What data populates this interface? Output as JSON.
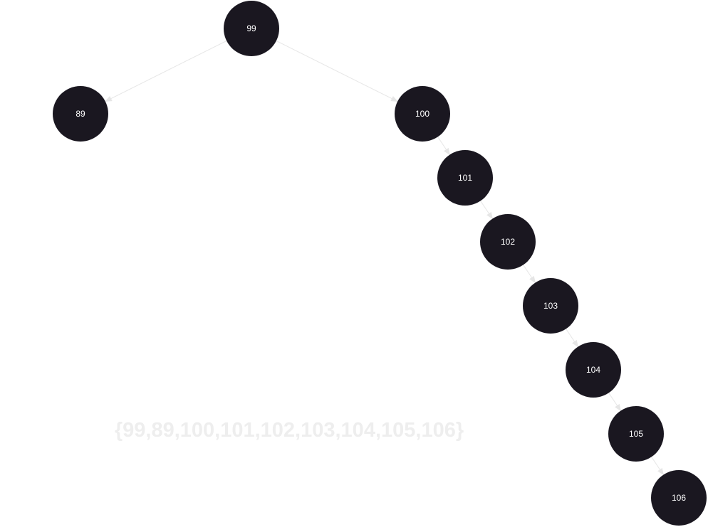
{
  "tree": {
    "nodes": [
      {
        "id": "n99",
        "label": "99"
      },
      {
        "id": "n89",
        "label": "89"
      },
      {
        "id": "n100",
        "label": "100"
      },
      {
        "id": "n101",
        "label": "101"
      },
      {
        "id": "n102",
        "label": "102"
      },
      {
        "id": "n103",
        "label": "103"
      },
      {
        "id": "n104",
        "label": "104"
      },
      {
        "id": "n105",
        "label": "105"
      },
      {
        "id": "n106",
        "label": "106"
      }
    ],
    "edges": [
      {
        "from": "n99",
        "to": "n89"
      },
      {
        "from": "n99",
        "to": "n100"
      },
      {
        "from": "n100",
        "to": "n101"
      },
      {
        "from": "n101",
        "to": "n102"
      },
      {
        "from": "n102",
        "to": "n103"
      },
      {
        "from": "n103",
        "to": "n104"
      },
      {
        "from": "n104",
        "to": "n105"
      },
      {
        "from": "n105",
        "to": "n106"
      }
    ]
  },
  "caption": "{99,89,100,101,102,103,104,105,106}",
  "colors": {
    "node_fill": "#1a1720",
    "node_text": "#ffffff",
    "edge": "#e6e6e6",
    "caption": "#eeeeee"
  }
}
